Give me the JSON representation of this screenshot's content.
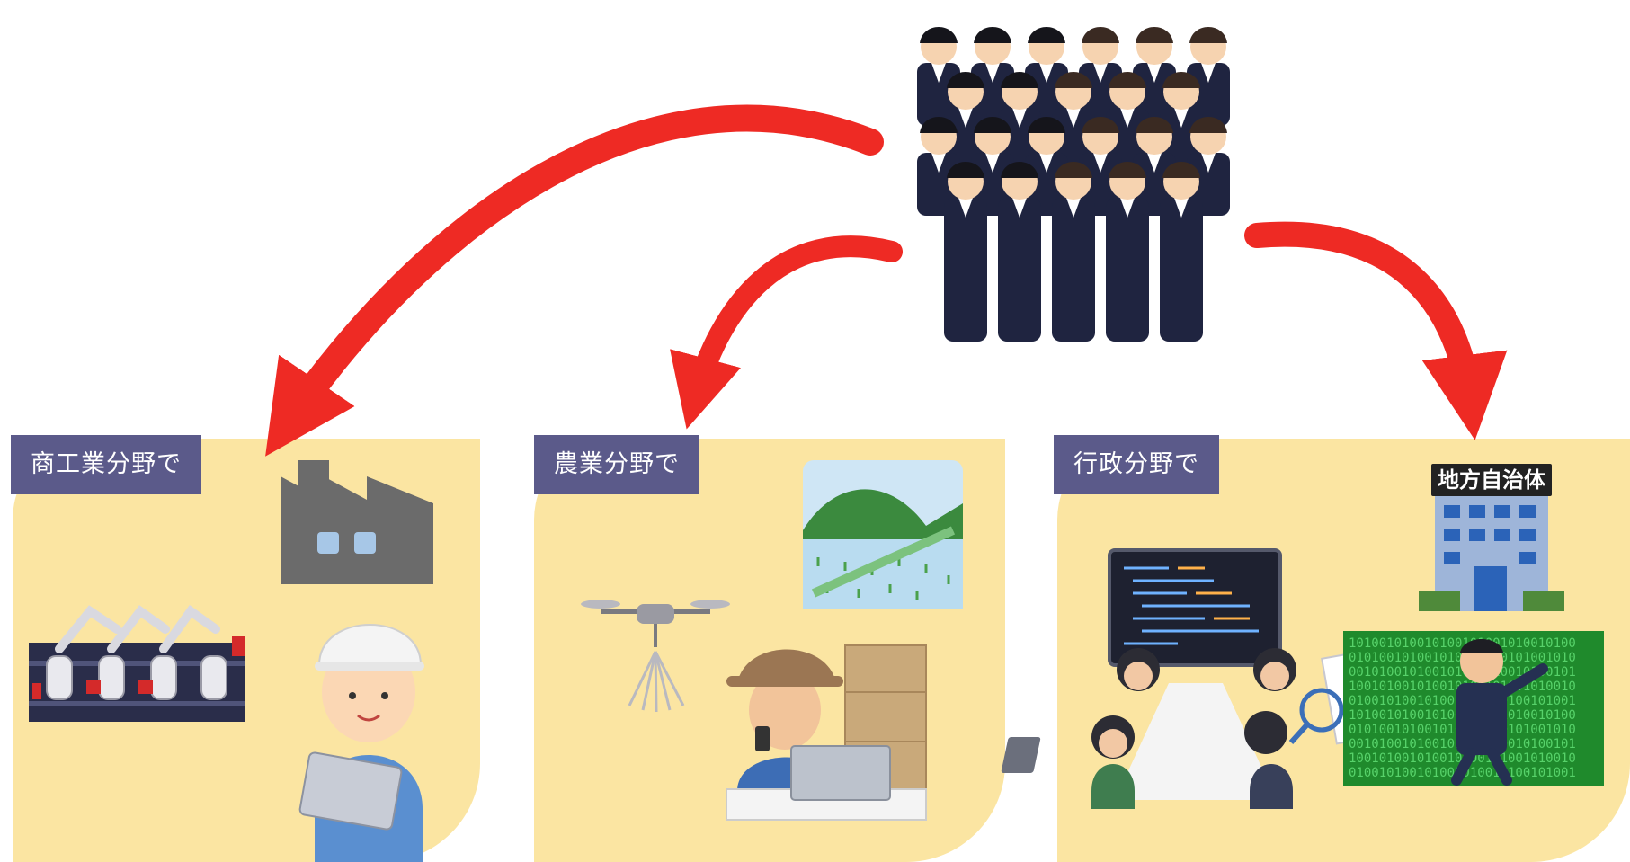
{
  "sectors": [
    {
      "label": "商工業分野で"
    },
    {
      "label": "農業分野で"
    },
    {
      "label": "行政分野で"
    }
  ],
  "signboard": {
    "text": "地方自治体"
  },
  "colors": {
    "panel": "#fbe5a2",
    "label_bg": "#5b5a8a",
    "arrow": "#ee2a24"
  }
}
